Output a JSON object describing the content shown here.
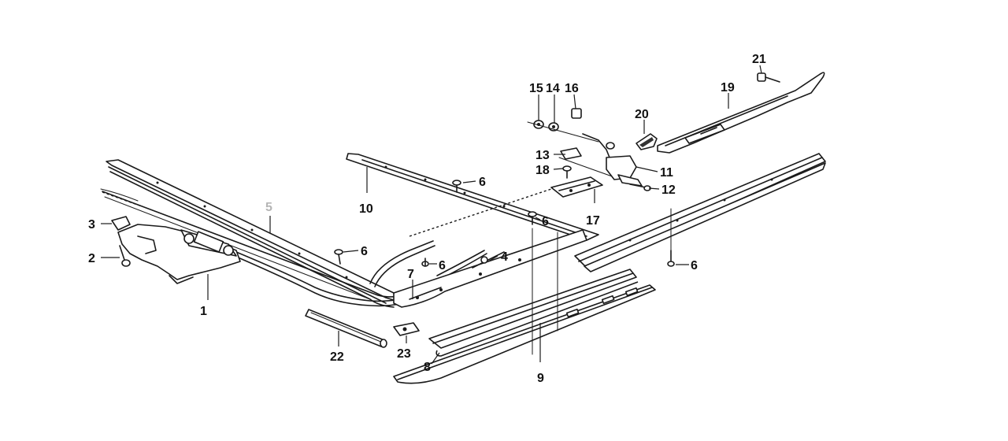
{
  "diagram": {
    "callouts": [
      {
        "id": "1",
        "label": "1"
      },
      {
        "id": "2",
        "label": "2"
      },
      {
        "id": "3",
        "label": "3"
      },
      {
        "id": "4",
        "label": "4"
      },
      {
        "id": "5",
        "label": "5"
      },
      {
        "id": "6a",
        "label": "6"
      },
      {
        "id": "6b",
        "label": "6"
      },
      {
        "id": "6c",
        "label": "6"
      },
      {
        "id": "6d",
        "label": "6"
      },
      {
        "id": "6e",
        "label": "6"
      },
      {
        "id": "7",
        "label": "7"
      },
      {
        "id": "8",
        "label": "8"
      },
      {
        "id": "9",
        "label": "9"
      },
      {
        "id": "10",
        "label": "10"
      },
      {
        "id": "11",
        "label": "11"
      },
      {
        "id": "12",
        "label": "12"
      },
      {
        "id": "13",
        "label": "13"
      },
      {
        "id": "14",
        "label": "14"
      },
      {
        "id": "15",
        "label": "15"
      },
      {
        "id": "16",
        "label": "16"
      },
      {
        "id": "17",
        "label": "17"
      },
      {
        "id": "18",
        "label": "18"
      },
      {
        "id": "19",
        "label": "19"
      },
      {
        "id": "20",
        "label": "20"
      },
      {
        "id": "21",
        "label": "21"
      },
      {
        "id": "22",
        "label": "22"
      },
      {
        "id": "23",
        "label": "23"
      }
    ]
  }
}
